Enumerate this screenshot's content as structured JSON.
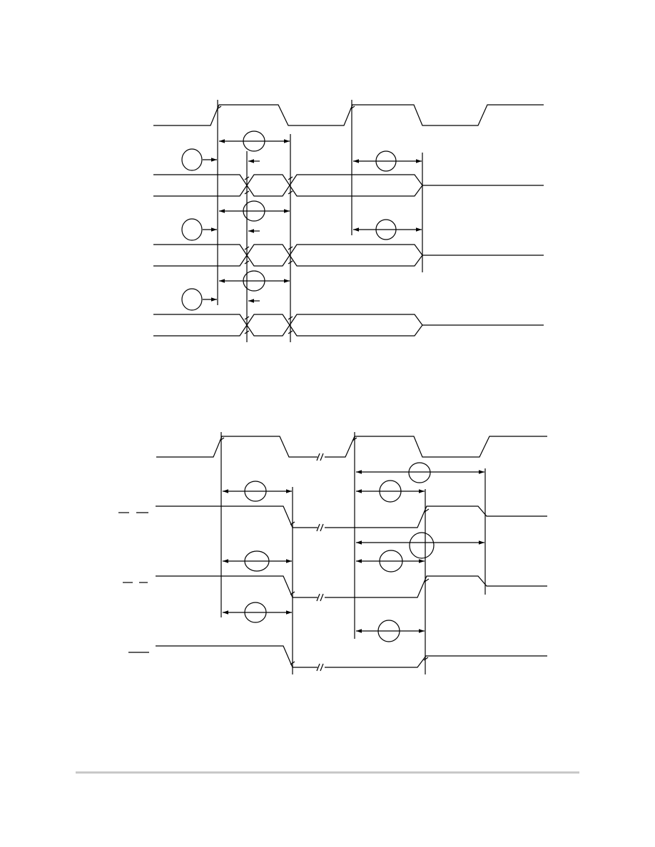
{
  "colors": {
    "ink": "#000000",
    "footer_rule": "#c8c8c8",
    "background": "#ffffff"
  },
  "figure_top": {
    "waveforms": [
      "clock",
      "bus-1",
      "bus-2",
      "bus-3"
    ],
    "timing_markers": 7
  },
  "figure_bottom": {
    "waveforms": [
      "clock",
      "signal-1",
      "signal-2",
      "signal-3"
    ],
    "timing_markers": 7,
    "overbars": 5
  }
}
